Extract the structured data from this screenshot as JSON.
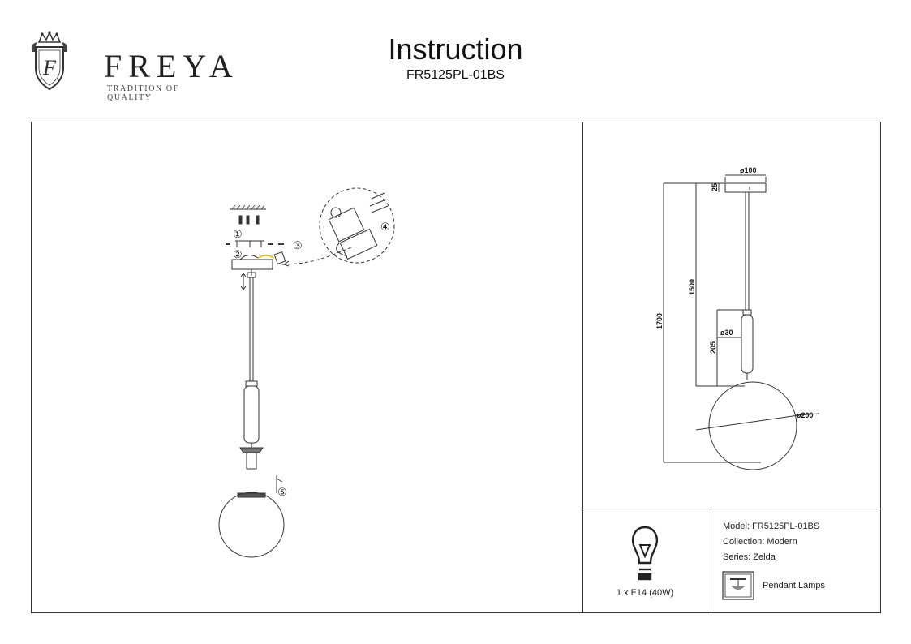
{
  "brand": {
    "name": "FREYA",
    "tagline": "TRADITION OF QUALITY",
    "logo_letter": "F"
  },
  "header": {
    "title": "Instruction",
    "model_code": "FR5125PL-01BS"
  },
  "assembly_steps": [
    "①",
    "②",
    "③",
    "④",
    "⑤"
  ],
  "dimensions": {
    "canopy_diameter": "ø100",
    "canopy_height": "25",
    "total_height": "1700",
    "cord_length": "1500",
    "holder_length": "205",
    "holder_diameter": "ø30",
    "globe_diameter": "ø200"
  },
  "bulb": {
    "spec": "1 x E14 (40W)"
  },
  "specs": {
    "model": "Model: FR5125PL-01BS",
    "collection": "Collection: Modern",
    "series": "Series: Zelda",
    "type": "Pendant Lamps"
  },
  "colors": {
    "line": "#333333",
    "accent_wire": "#e0b400"
  }
}
